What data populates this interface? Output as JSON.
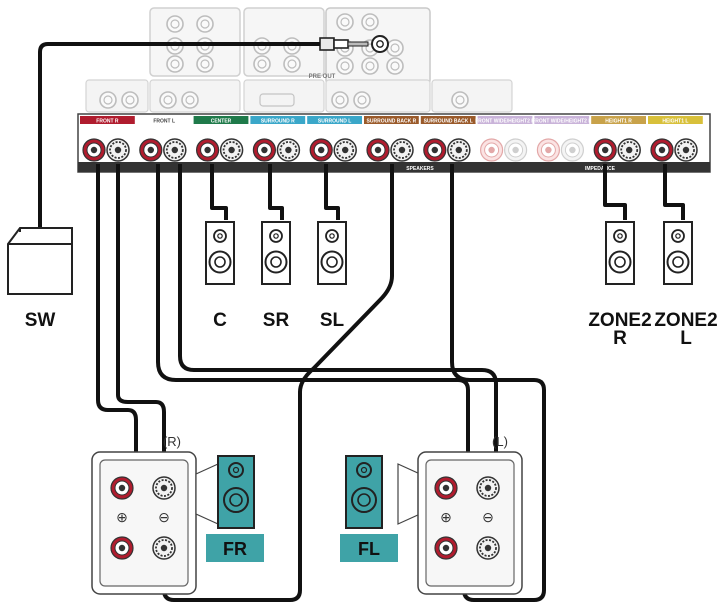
{
  "preout_label": "PRE OUT",
  "speakers_label": "SPEAKERS",
  "impedance_label": "IMPEDANCE",
  "terminal_labels": [
    {
      "text": "FRONT R",
      "color": "#b01c2e"
    },
    {
      "text": "FRONT L",
      "color": "#ffffff"
    },
    {
      "text": "CENTER",
      "color": "#1f7a4a"
    },
    {
      "text": "SURROUND R",
      "color": "#3aa7c9"
    },
    {
      "text": "SURROUND L",
      "color": "#3aa7c9"
    },
    {
      "text": "SURROUND BACK R",
      "color": "#9a5a2a"
    },
    {
      "text": "SURROUND BACK L",
      "color": "#9a5a2a"
    },
    {
      "text": "FRONT WIDE/HEIGHT2 R",
      "color": "#c9b3d9"
    },
    {
      "text": "FRONT WIDE/HEIGHT2 L",
      "color": "#c9b3d9"
    },
    {
      "text": "HEIGHT1 R",
      "color": "#c8a24a"
    },
    {
      "text": "HEIGHT1 L",
      "color": "#d8c03a"
    }
  ],
  "speakers": {
    "sw": "SW",
    "center": "C",
    "surround_right": "SR",
    "surround_left": "SL",
    "zone2_right": [
      "ZONE2",
      "R"
    ],
    "zone2_left": [
      "ZONE2",
      "L"
    ],
    "front_right": "FR",
    "front_left": "FL"
  },
  "amp_labels": {
    "right": "(R)",
    "left": "(L)",
    "plus": "⊕",
    "minus": "⊖"
  },
  "colors": {
    "accent_teal": "#3fa3a7",
    "terminal_red": "#b01c2e",
    "panel_gray": "#d6d6d6",
    "cable": "#111111"
  }
}
